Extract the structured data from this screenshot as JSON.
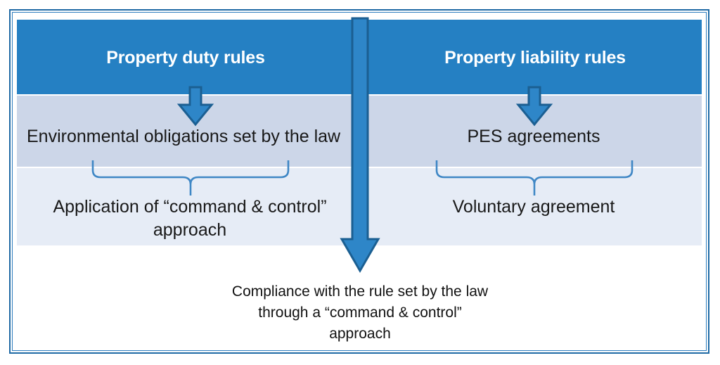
{
  "diagram": {
    "columns": [
      {
        "id": "duty",
        "header": "Property duty rules",
        "instrument": "Environmental obligations set by the law",
        "approach": "Application of “command & control” approach"
      },
      {
        "id": "liability",
        "header": "Property liability rules",
        "instrument": "PES agreements",
        "approach": "Voluntary agreement"
      }
    ],
    "outcome": "Compliance with the rule set by the law through a “command & control” approach",
    "icons": {
      "arrow_left": "down-arrow-icon",
      "arrow_right": "down-arrow-icon",
      "arrow_center": "large-down-arrow-icon",
      "brace_left": "curly-brace-icon",
      "brace_right": "curly-brace-icon"
    },
    "colors": {
      "header_band": "#2580c3",
      "mid_band": "#ccd6e8",
      "low_band": "#e6ecf6",
      "frame_border": "#1f6aa5",
      "arrow_fill": "#2e86c8",
      "arrow_stroke": "#1b5f92",
      "brace_stroke": "#3f87c5",
      "header_text": "#ffffff",
      "body_text": "#181818"
    }
  }
}
